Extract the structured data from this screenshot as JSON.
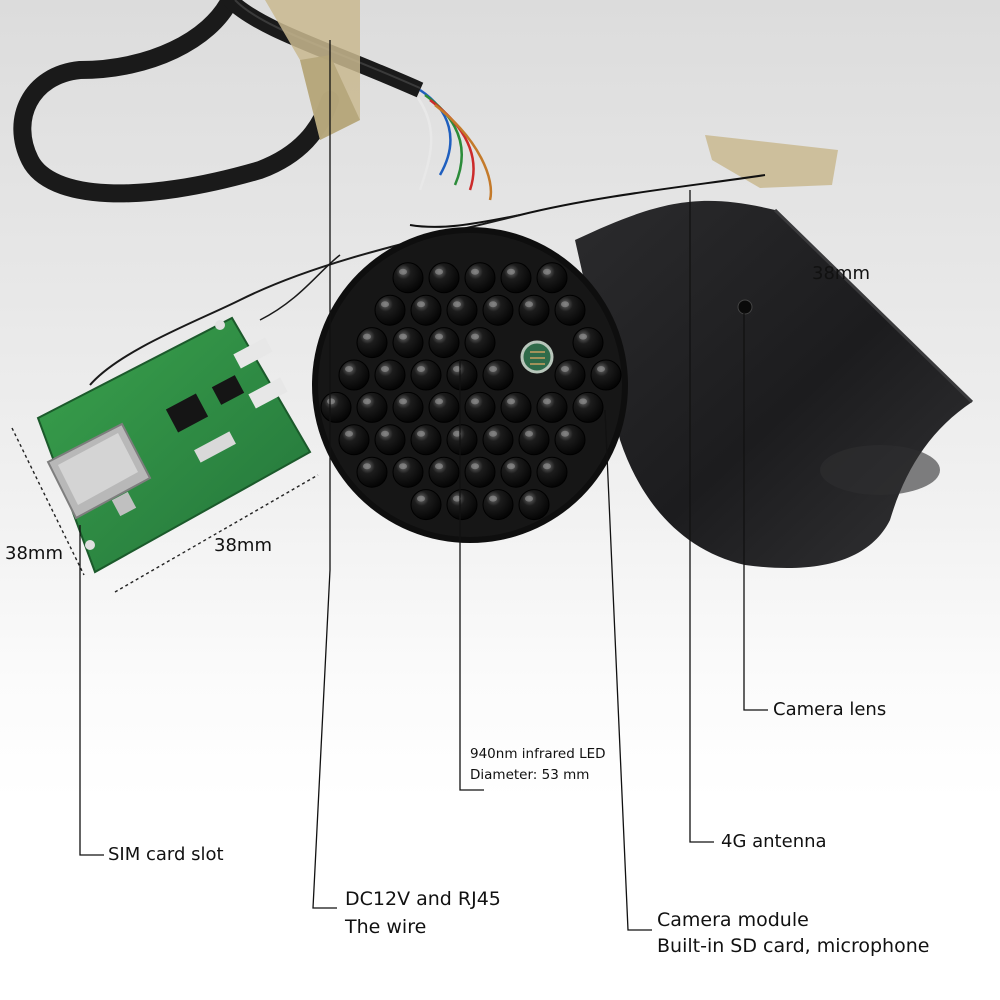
{
  "labels": {
    "dim_right_38": "38mm",
    "dim_left_38": "38mm",
    "dim_bottom_38": "38mm",
    "camera_lens": "Camera lens",
    "led_line1": "940nm infrared LED",
    "led_line2": "Diameter: 53 mm",
    "antenna": "4G antenna",
    "sim_slot": "SIM card slot",
    "wire_line1": "DC12V and RJ45",
    "wire_line2": "The wire",
    "module_line1": "Camera module",
    "module_line2": "Built-in SD card, microphone"
  },
  "colors": {
    "pcb_green": "#2f8a3e",
    "led_black": "#111111",
    "sleeve_black": "#1f1f21",
    "tape_tan": "#c9b98f",
    "label_text": "#111111"
  }
}
